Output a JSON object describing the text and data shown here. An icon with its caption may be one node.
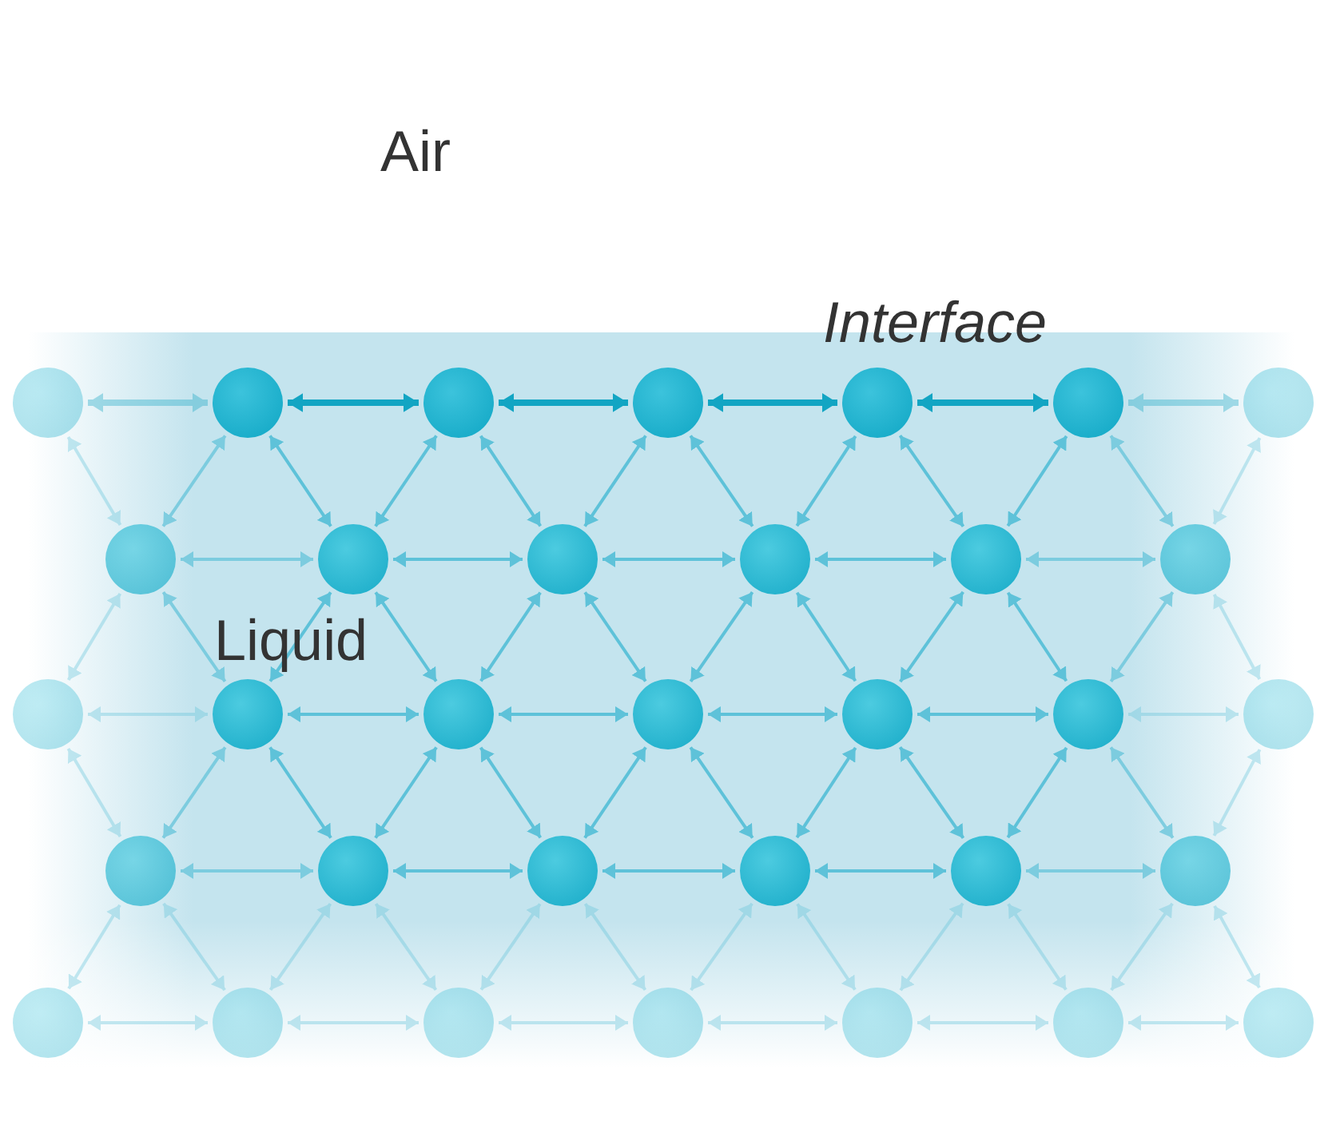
{
  "diagram": {
    "nodes": [
      {
        "text": [],
        "shape": "circle"
      },
      {
        "text": [],
        "shape": "circle"
      },
      {
        "text": [],
        "shape": "circle"
      },
      {
        "text": [],
        "shape": "circle"
      },
      {
        "text": [],
        "shape": "circle"
      },
      {
        "text": [],
        "shape": "circle"
      },
      {
        "text": [],
        "shape": "circle"
      },
      {
        "text": [],
        "shape": "circle"
      },
      {
        "text": [],
        "shape": "circle"
      },
      {
        "text": [],
        "shape": "circle"
      },
      {
        "text": [],
        "shape": "circle"
      },
      {
        "text": [],
        "shape": "circle"
      },
      {
        "text": [],
        "shape": "circle"
      },
      {
        "text": [],
        "shape": "circle"
      },
      {
        "text": [],
        "shape": "circle"
      },
      {
        "text": [],
        "shape": "circle"
      },
      {
        "text": [],
        "shape": "circle"
      },
      {
        "text": [],
        "shape": "circle"
      },
      {
        "text": [],
        "shape": "circle"
      },
      {
        "text": [],
        "shape": "circle"
      },
      {
        "text": [],
        "shape": "circle"
      },
      {
        "text": [],
        "shape": "circle"
      },
      {
        "text": [],
        "shape": "circle"
      },
      {
        "text": [],
        "shape": "circle"
      },
      {
        "text": [],
        "shape": "circle"
      },
      {
        "text": [],
        "shape": "circle"
      },
      {
        "text": [],
        "shape": "circle"
      },
      {
        "text": [],
        "shape": "circle"
      },
      {
        "text": [],
        "shape": "circle"
      },
      {
        "text": [],
        "shape": "circle"
      },
      {
        "text": [],
        "shape": "circle"
      },
      {
        "text": [],
        "shape": "circle"
      },
      {
        "text": [],
        "shape": "circle"
      }
    ],
    "edges": [
      {
        "from": 0,
        "to": 1,
        "arrow": "both",
        "style": "thick",
        "color": "#12a5c3"
      },
      {
        "from": 1,
        "to": 2,
        "arrow": "both",
        "style": "thick",
        "color": "#12a5c3"
      },
      {
        "from": 2,
        "to": 3,
        "arrow": "both",
        "style": "thick",
        "color": "#12a5c3"
      },
      {
        "from": 3,
        "to": 4,
        "arrow": "both",
        "style": "thick",
        "color": "#12a5c3"
      },
      {
        "from": 4,
        "to": 5,
        "arrow": "both",
        "style": "thick",
        "color": "#12a5c3"
      },
      {
        "from": 5,
        "to": 6,
        "arrow": "both",
        "style": "thick",
        "color": "#12a5c3"
      },
      {
        "from": 0,
        "to": 7,
        "arrow": "both"
      },
      {
        "from": 1,
        "to": 7,
        "arrow": "both"
      },
      {
        "from": 1,
        "to": 8,
        "arrow": "both"
      },
      {
        "from": 2,
        "to": 8,
        "arrow": "both"
      },
      {
        "from": 2,
        "to": 9,
        "arrow": "both"
      },
      {
        "from": 3,
        "to": 9,
        "arrow": "both"
      },
      {
        "from": 3,
        "to": 10,
        "arrow": "both"
      },
      {
        "from": 4,
        "to": 10,
        "arrow": "both"
      },
      {
        "from": 4,
        "to": 11,
        "arrow": "both"
      },
      {
        "from": 5,
        "to": 11,
        "arrow": "both"
      },
      {
        "from": 5,
        "to": 12,
        "arrow": "both"
      },
      {
        "from": 6,
        "to": 12,
        "arrow": "both"
      },
      {
        "from": 7,
        "to": 8,
        "arrow": "both"
      },
      {
        "from": 8,
        "to": 9,
        "arrow": "both"
      },
      {
        "from": 9,
        "to": 10,
        "arrow": "both"
      },
      {
        "from": 10,
        "to": 11,
        "arrow": "both"
      },
      {
        "from": 11,
        "to": 12,
        "arrow": "both"
      },
      {
        "from": 7,
        "to": 13,
        "arrow": "both"
      },
      {
        "from": 7,
        "to": 14,
        "arrow": "both"
      },
      {
        "from": 8,
        "to": 14,
        "arrow": "both"
      },
      {
        "from": 8,
        "to": 15,
        "arrow": "both"
      },
      {
        "from": 9,
        "to": 15,
        "arrow": "both"
      },
      {
        "from": 9,
        "to": 16,
        "arrow": "both"
      },
      {
        "from": 10,
        "to": 16,
        "arrow": "both"
      },
      {
        "from": 10,
        "to": 17,
        "arrow": "both"
      },
      {
        "from": 11,
        "to": 17,
        "arrow": "both"
      },
      {
        "from": 11,
        "to": 18,
        "arrow": "both"
      },
      {
        "from": 12,
        "to": 18,
        "arrow": "both"
      },
      {
        "from": 12,
        "to": 19,
        "arrow": "both"
      },
      {
        "from": 13,
        "to": 14,
        "arrow": "both"
      },
      {
        "from": 14,
        "to": 15,
        "arrow": "both"
      },
      {
        "from": 15,
        "to": 16,
        "arrow": "both"
      },
      {
        "from": 16,
        "to": 17,
        "arrow": "both"
      },
      {
        "from": 17,
        "to": 18,
        "arrow": "both"
      },
      {
        "from": 18,
        "to": 19,
        "arrow": "both"
      },
      {
        "from": 13,
        "to": 20,
        "arrow": "both"
      },
      {
        "from": 14,
        "to": 20,
        "arrow": "both"
      },
      {
        "from": 14,
        "to": 21,
        "arrow": "both"
      },
      {
        "from": 15,
        "to": 21,
        "arrow": "both"
      },
      {
        "from": 15,
        "to": 22,
        "arrow": "both"
      },
      {
        "from": 16,
        "to": 22,
        "arrow": "both"
      },
      {
        "from": 16,
        "to": 23,
        "arrow": "both"
      },
      {
        "from": 17,
        "to": 23,
        "arrow": "both"
      },
      {
        "from": 17,
        "to": 24,
        "arrow": "both"
      },
      {
        "from": 18,
        "to": 24,
        "arrow": "both"
      },
      {
        "from": 18,
        "to": 25,
        "arrow": "both"
      },
      {
        "from": 19,
        "to": 25,
        "arrow": "both"
      },
      {
        "from": 20,
        "to": 21,
        "arrow": "both"
      },
      {
        "from": 21,
        "to": 22,
        "arrow": "both"
      },
      {
        "from": 22,
        "to": 23,
        "arrow": "both"
      },
      {
        "from": 23,
        "to": 24,
        "arrow": "both"
      },
      {
        "from": 24,
        "to": 25,
        "arrow": "both"
      },
      {
        "from": 20,
        "to": 26,
        "arrow": "both"
      },
      {
        "from": 20,
        "to": 27,
        "arrow": "both"
      },
      {
        "from": 21,
        "to": 27,
        "arrow": "both"
      },
      {
        "from": 21,
        "to": 28,
        "arrow": "both"
      },
      {
        "from": 22,
        "to": 28,
        "arrow": "both"
      },
      {
        "from": 22,
        "to": 29,
        "arrow": "both"
      },
      {
        "from": 23,
        "to": 29,
        "arrow": "both"
      },
      {
        "from": 23,
        "to": 30,
        "arrow": "both"
      },
      {
        "from": 24,
        "to": 30,
        "arrow": "both"
      },
      {
        "from": 24,
        "to": 31,
        "arrow": "both"
      },
      {
        "from": 25,
        "to": 31,
        "arrow": "both"
      },
      {
        "from": 25,
        "to": 32,
        "arrow": "both"
      },
      {
        "from": 26,
        "to": 27,
        "arrow": "both"
      },
      {
        "from": 27,
        "to": 28,
        "arrow": "both"
      },
      {
        "from": 28,
        "to": 29,
        "arrow": "both"
      },
      {
        "from": 29,
        "to": 30,
        "arrow": "both"
      },
      {
        "from": 30,
        "to": 31,
        "arrow": "both"
      },
      {
        "from": 31,
        "to": 32,
        "arrow": "both"
      }
    ],
    "labels": [
      "Air",
      "Interface",
      "Liquid"
    ]
  }
}
